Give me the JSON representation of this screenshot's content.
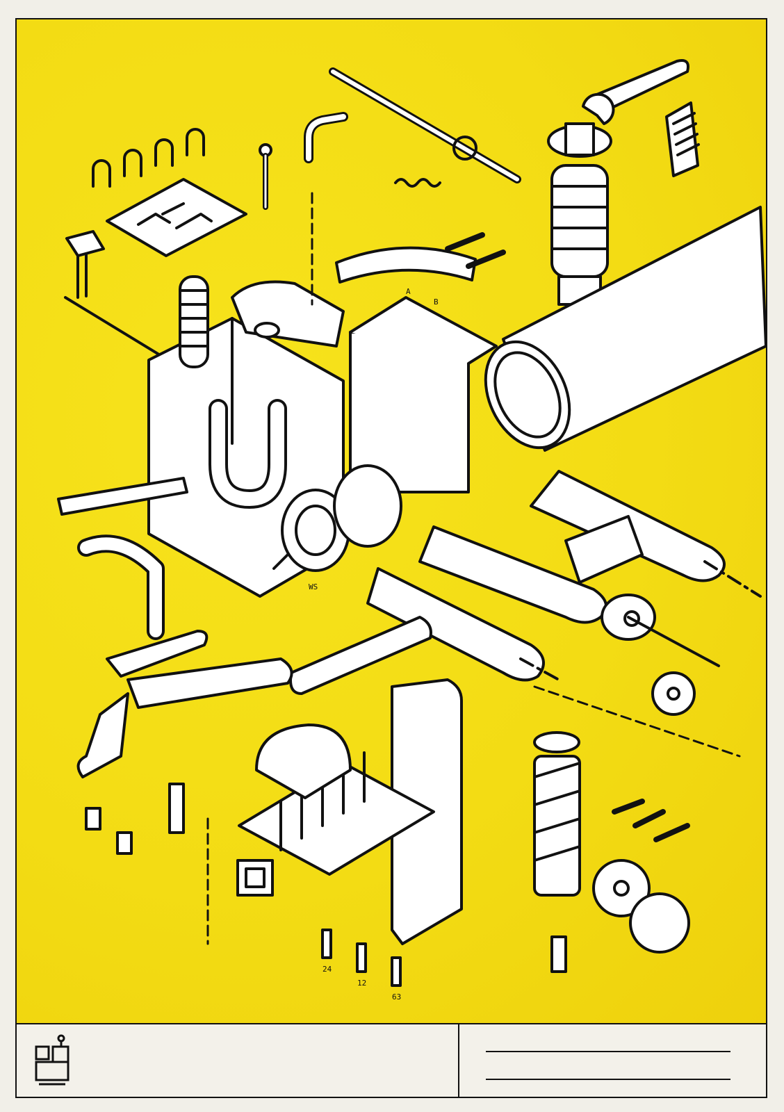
{
  "poster": {
    "colors": {
      "background": "#f3dc14",
      "ink": "#111111",
      "paper": "#f3f1ea"
    },
    "part_labels": [
      "WS",
      "A",
      "B",
      "24",
      "12",
      "63"
    ],
    "title_block": {
      "lines": 2
    },
    "logo": "robot-logo"
  }
}
